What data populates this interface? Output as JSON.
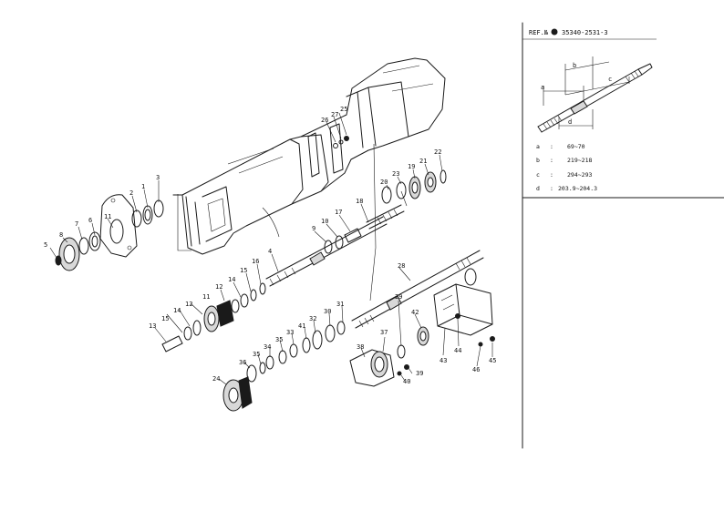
{
  "ref": {
    "label": "REF.№",
    "code": "35340-2531-3"
  },
  "dims": {
    "labels": [
      "a",
      "b",
      "c",
      "d"
    ],
    "specs": [
      {
        "key": "a",
        "sep": ":",
        "value": "69~70"
      },
      {
        "key": "b",
        "sep": ":",
        "value": "219~218"
      },
      {
        "key": "c",
        "sep": ":",
        "value": "294~293"
      },
      {
        "key": "d",
        "sep": ":",
        "value": "203.9~204.3"
      }
    ]
  },
  "callouts": [
    {
      "id": "c1",
      "text": "1"
    },
    {
      "id": "c2",
      "text": "2"
    },
    {
      "id": "c3",
      "text": "3"
    },
    {
      "id": "c4",
      "text": "4"
    },
    {
      "id": "c5",
      "text": "5"
    },
    {
      "id": "c6",
      "text": "6"
    },
    {
      "id": "c7",
      "text": "7"
    },
    {
      "id": "c8",
      "text": "8"
    },
    {
      "id": "c9",
      "text": "9"
    },
    {
      "id": "c10",
      "text": "10"
    },
    {
      "id": "c11",
      "text": "11"
    },
    {
      "id": "c12a",
      "text": "12"
    },
    {
      "id": "c12b",
      "text": "12"
    },
    {
      "id": "c13",
      "text": "13"
    },
    {
      "id": "c14a",
      "text": "14"
    },
    {
      "id": "c14b",
      "text": "14"
    },
    {
      "id": "c15a",
      "text": "15"
    },
    {
      "id": "c15b",
      "text": "15"
    },
    {
      "id": "c16",
      "text": "16"
    },
    {
      "id": "c17",
      "text": "17"
    },
    {
      "id": "c18",
      "text": "18"
    },
    {
      "id": "c19",
      "text": "19"
    },
    {
      "id": "c20",
      "text": "20"
    },
    {
      "id": "c21",
      "text": "21"
    },
    {
      "id": "c22",
      "text": "22"
    },
    {
      "id": "c23",
      "text": "23"
    },
    {
      "id": "c24",
      "text": "24"
    },
    {
      "id": "c25",
      "text": "25"
    },
    {
      "id": "c26",
      "text": "26"
    },
    {
      "id": "c27",
      "text": "27"
    },
    {
      "id": "c28",
      "text": "28"
    },
    {
      "id": "c29",
      "text": "29"
    },
    {
      "id": "c30",
      "text": "30"
    },
    {
      "id": "c31",
      "text": "31"
    },
    {
      "id": "c32",
      "text": "32"
    },
    {
      "id": "c33",
      "text": "33"
    },
    {
      "id": "c34",
      "text": "34"
    },
    {
      "id": "c35",
      "text": "35"
    },
    {
      "id": "c35b",
      "text": "35"
    },
    {
      "id": "c36",
      "text": "36"
    },
    {
      "id": "c37",
      "text": "37"
    },
    {
      "id": "c38",
      "text": "38"
    },
    {
      "id": "c39",
      "text": "39"
    },
    {
      "id": "c40",
      "text": "40"
    },
    {
      "id": "c41",
      "text": "41"
    },
    {
      "id": "c42",
      "text": "42"
    },
    {
      "id": "c43",
      "text": "43"
    },
    {
      "id": "c44",
      "text": "44"
    },
    {
      "id": "c45",
      "text": "45"
    },
    {
      "id": "c46",
      "text": "46"
    }
  ]
}
